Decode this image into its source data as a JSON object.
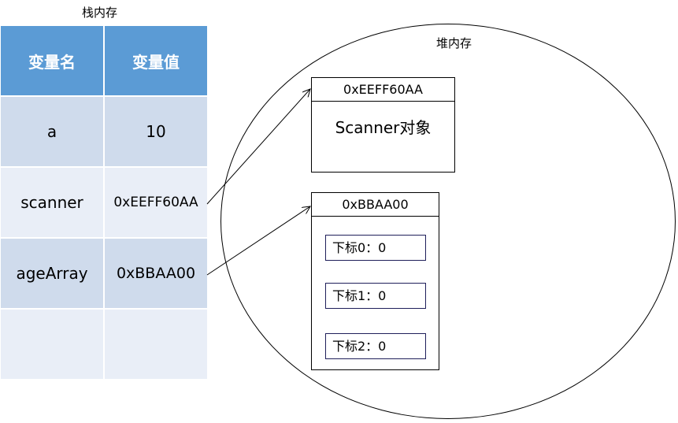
{
  "stack": {
    "title": "栈内存",
    "header": {
      "name": "变量名",
      "value": "变量值"
    },
    "rows": [
      {
        "name": "a",
        "value": "10"
      },
      {
        "name": "scanner",
        "value": "0xEEFF60AA"
      },
      {
        "name": "ageArray",
        "value": "0xBBAA00"
      },
      {
        "name": "",
        "value": ""
      }
    ]
  },
  "heap": {
    "title": "堆内存",
    "scanner_object": {
      "address": "0xEEFF60AA",
      "label": "Scanner对象"
    },
    "array_object": {
      "address": "0xBBAA00",
      "slots": [
        "下标0：0",
        "下标1：0",
        "下标2：0"
      ]
    }
  }
}
